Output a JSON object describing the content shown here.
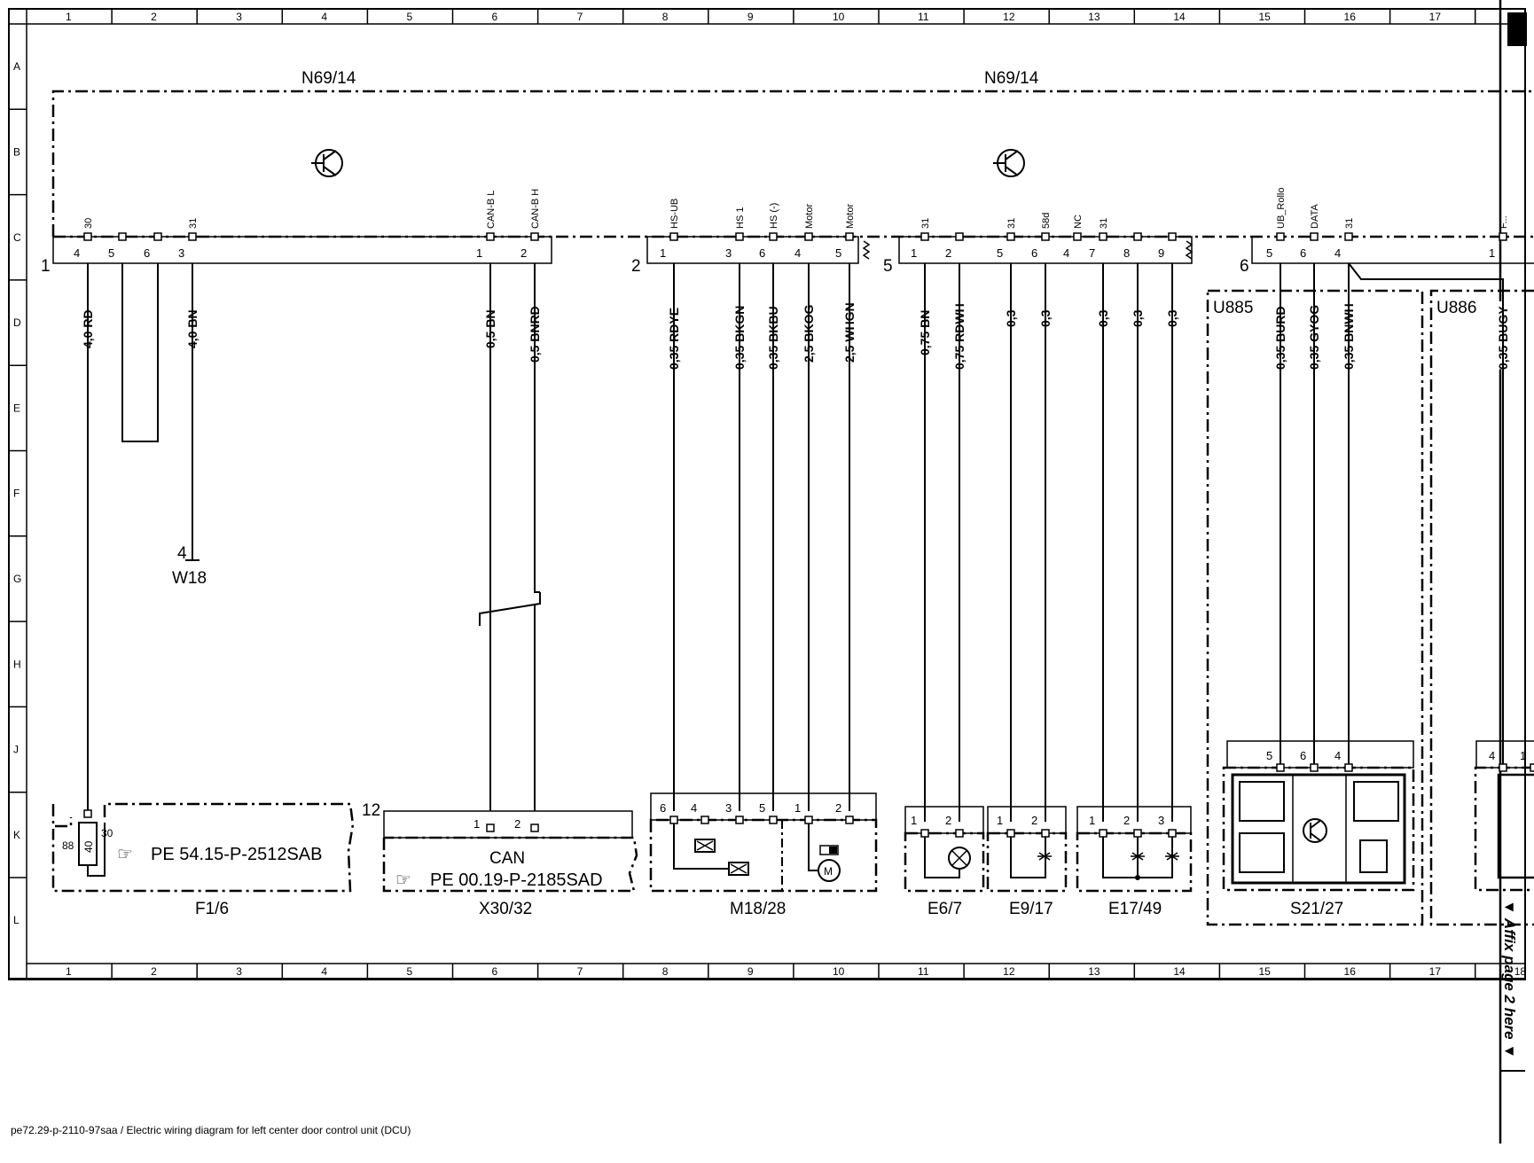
{
  "grid": {
    "columns": [
      "1",
      "2",
      "3",
      "4",
      "5",
      "6",
      "7",
      "8",
      "9",
      "10",
      "11",
      "12",
      "13",
      "14",
      "15",
      "16",
      "17",
      "18"
    ],
    "rows": [
      "A",
      "B",
      "C",
      "D",
      "E",
      "F",
      "G",
      "H",
      "J",
      "K",
      "L"
    ]
  },
  "modules": {
    "left_title": "N69/14",
    "right_title": "N69/14"
  },
  "connectors": [
    {
      "id": "1",
      "pins": [
        {
          "num": "4",
          "label": "30",
          "wire": "4,0 RD"
        },
        {
          "num": "5",
          "label": "",
          "wire": ""
        },
        {
          "num": "6",
          "label": "",
          "wire": ""
        },
        {
          "num": "3",
          "label": "31",
          "wire": "4,0 BN"
        },
        {
          "num": "1",
          "label": "CAN-B L",
          "wire": "0,5 BN"
        },
        {
          "num": "2",
          "label": "CAN-B H",
          "wire": "0,5 BNRD"
        }
      ]
    },
    {
      "id": "2",
      "pins": [
        {
          "num": "1",
          "label": "HS-UB",
          "wire": "0,35 RDYE"
        },
        {
          "num": "3",
          "label": "HS 1",
          "wire": "0,35 BKGN"
        },
        {
          "num": "6",
          "label": "HS (-)",
          "wire": "0,35 BKBU"
        },
        {
          "num": "4",
          "label": "Motor",
          "wire": "2,5 BKOG"
        },
        {
          "num": "5",
          "label": "Motor",
          "wire": "2,5 WHGN"
        }
      ]
    },
    {
      "id": "5",
      "pins": [
        {
          "num": "1",
          "label": "31",
          "wire": "0,75 BN"
        },
        {
          "num": "2",
          "label": "",
          "wire": "0,75 RDWH"
        },
        {
          "num": "5",
          "label": "31",
          "wire": "0,3"
        },
        {
          "num": "6",
          "label": "58d",
          "wire": "0,3"
        },
        {
          "num": "4",
          "label": "NC",
          "wire": ""
        },
        {
          "num": "7",
          "label": "31",
          "wire": "0,3"
        },
        {
          "num": "8",
          "label": "",
          "wire": "0,3"
        },
        {
          "num": "9",
          "label": "",
          "wire": "0,3"
        }
      ]
    },
    {
      "id": "6",
      "pins": [
        {
          "num": "5",
          "label": "UB_Rollo",
          "wire": "0,35 BURD"
        },
        {
          "num": "6",
          "label": "DATA",
          "wire": "0,35 GYOG"
        },
        {
          "num": "4",
          "label": "31",
          "wire": "0,35 BNWH"
        },
        {
          "num": "1",
          "label": "F...",
          "wire": "0,35 BUGY"
        }
      ]
    }
  ],
  "ground": {
    "pin": "4",
    "label": "W18"
  },
  "components": {
    "f16": {
      "name": "F1/6",
      "ref": "PE 54.15-P-2512SAB",
      "pin88": "88",
      "pin30": "30",
      "rating": "40"
    },
    "x3032": {
      "name": "X30/32",
      "sub": "CAN",
      "ref": "PE 00.19-P-2185SAD",
      "conn": "12",
      "pins": [
        "1",
        "2"
      ]
    },
    "m1828": {
      "name": "M18/28",
      "pins": [
        "6",
        "4",
        "3",
        "5",
        "1",
        "2"
      ]
    },
    "e67": {
      "name": "E6/7",
      "pins": [
        "1",
        "2"
      ]
    },
    "e917": {
      "name": "E9/17",
      "pins": [
        "1",
        "2"
      ]
    },
    "e1749": {
      "name": "E17/49",
      "pins": [
        "1",
        "2",
        "3"
      ]
    },
    "s2127": {
      "name": "S21/27",
      "pins": [
        "5",
        "6",
        "4"
      ]
    },
    "u885": {
      "name": "U885"
    },
    "u886": {
      "name": "U886",
      "pins": [
        "4",
        "1"
      ]
    }
  },
  "affix_note": "▼ Affix page 2 here ▼",
  "footer": "pe72.29-p-2110-97saa / Electric wiring diagram for left center door control unit (DCU)"
}
